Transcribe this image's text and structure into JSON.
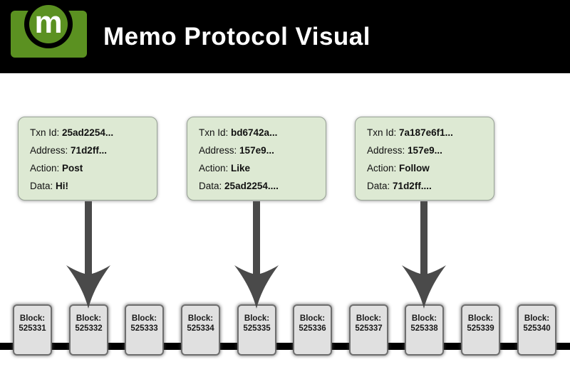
{
  "header": {
    "title": "Memo Protocol Visual",
    "logo_letter": "m",
    "bg_color": "#000000",
    "logo_green": "#5b9121"
  },
  "cards": [
    {
      "fields": [
        {
          "label": "Txn Id:",
          "value": "25ad2254..."
        },
        {
          "label": "Address:",
          "value": "71d2ff..."
        },
        {
          "label": "Action:",
          "value": "Post"
        },
        {
          "label": "Data:",
          "value": "Hi!"
        }
      ]
    },
    {
      "fields": [
        {
          "label": "Txn Id:",
          "value": "bd6742a..."
        },
        {
          "label": "Address:",
          "value": "157e9..."
        },
        {
          "label": "Action:",
          "value": "Like"
        },
        {
          "label": "Data:",
          "value": "25ad2254...."
        }
      ]
    },
    {
      "fields": [
        {
          "label": "Txn Id:",
          "value": "7a187e6f1..."
        },
        {
          "label": "Address:",
          "value": "157e9..."
        },
        {
          "label": "Action:",
          "value": "Follow"
        },
        {
          "label": "Data:",
          "value": "71d2ff...."
        }
      ]
    }
  ],
  "blocks": [
    {
      "label": "Block:",
      "number": "525331"
    },
    {
      "label": "Block:",
      "number": "525332"
    },
    {
      "label": "Block:",
      "number": "525333"
    },
    {
      "label": "Block:",
      "number": "525334"
    },
    {
      "label": "Block:",
      "number": "525335"
    },
    {
      "label": "Block:",
      "number": "525336"
    },
    {
      "label": "Block:",
      "number": "525337"
    },
    {
      "label": "Block:",
      "number": "525338"
    },
    {
      "label": "Block:",
      "number": "525339"
    },
    {
      "label": "Block:",
      "number": "525340"
    }
  ],
  "colors": {
    "card_bg": "#dde9d3",
    "card_border": "#999999",
    "block_bg": "#e0e0e0",
    "block_border": "#6e6e6e",
    "arrow": "#4a4a4a",
    "chain_line": "#000000",
    "title_text": "#ffffff"
  }
}
